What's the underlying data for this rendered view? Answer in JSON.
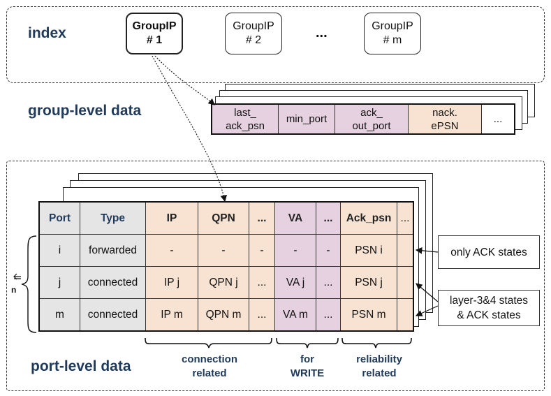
{
  "labels": {
    "index": "index",
    "group_level": "group-level data",
    "port_level": "port-level data"
  },
  "group_ips": [
    {
      "text": "GroupIP\n# 1"
    },
    {
      "text": "GroupIP\n# 2"
    },
    {
      "text": "GroupIP\n# m"
    }
  ],
  "index_ellipsis": "...",
  "group_table": [
    "last_\nack_psn",
    "min_port",
    "ack_\nout_port",
    "nack.\nePSN",
    "..."
  ],
  "port_table": {
    "header": [
      "Port",
      "Type",
      "IP",
      "QPN",
      "...",
      "VA",
      "...",
      "Ack_psn",
      "..."
    ],
    "rows": [
      [
        "i",
        "forwarded",
        "-",
        "-",
        "-",
        "-",
        "-",
        "PSN i",
        ""
      ],
      [
        "j",
        "connected",
        "IP j",
        "QPN j",
        "...",
        "VA j",
        "...",
        "PSN j",
        ""
      ],
      [
        "m",
        "connected",
        "IP m",
        "QPN m",
        "...",
        "VA m",
        "...",
        "PSN m",
        ""
      ]
    ]
  },
  "notes": {
    "ack_only": "only ACK states",
    "layer_states": "layer-3&4 states\n& ACK states"
  },
  "categories": {
    "connection": "connection\nrelated",
    "write": "for\nWRITE",
    "reliability": "reliability\nrelated"
  },
  "n_label": "n",
  "colors": {
    "gray": "#e5e5e5",
    "orange": "#f8e3d3",
    "purple": "#e6d1e0",
    "label_blue": "#1f3a5a"
  }
}
